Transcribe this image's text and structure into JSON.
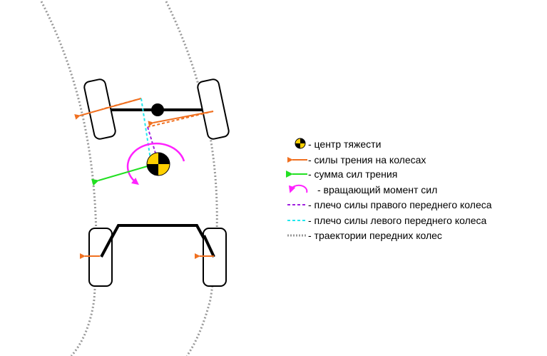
{
  "legend": [
    {
      "symbol": "cog-icon",
      "label": "- центр тяжести"
    },
    {
      "symbol": "orange-arrow",
      "color": "#f07020",
      "label": "- силы трения на колесах"
    },
    {
      "symbol": "green-arrow",
      "color": "#22e022",
      "label": "- сумма сил трения"
    },
    {
      "symbol": "magenta-rotation-arrow",
      "color": "#ff22ff",
      "label": "- вращающий момент сил"
    },
    {
      "symbol": "purple-dashed-line",
      "color": "#a020e0",
      "label": "- плечо силы правого переднего колеса"
    },
    {
      "symbol": "cyan-dashed-line",
      "color": "#22e8ee",
      "label": "- плечо силы левого переднего колеса"
    },
    {
      "symbol": "gray-dotted-line",
      "color": "#999999",
      "label": "- траектории передних колес"
    }
  ],
  "colors": {
    "friction": "#f07020",
    "sum": "#22e022",
    "moment": "#ff22ff",
    "arm_right": "#a020e0",
    "arm_left": "#22e8ee",
    "trajectory": "#999999",
    "cog_yellow": "#ffd000"
  }
}
